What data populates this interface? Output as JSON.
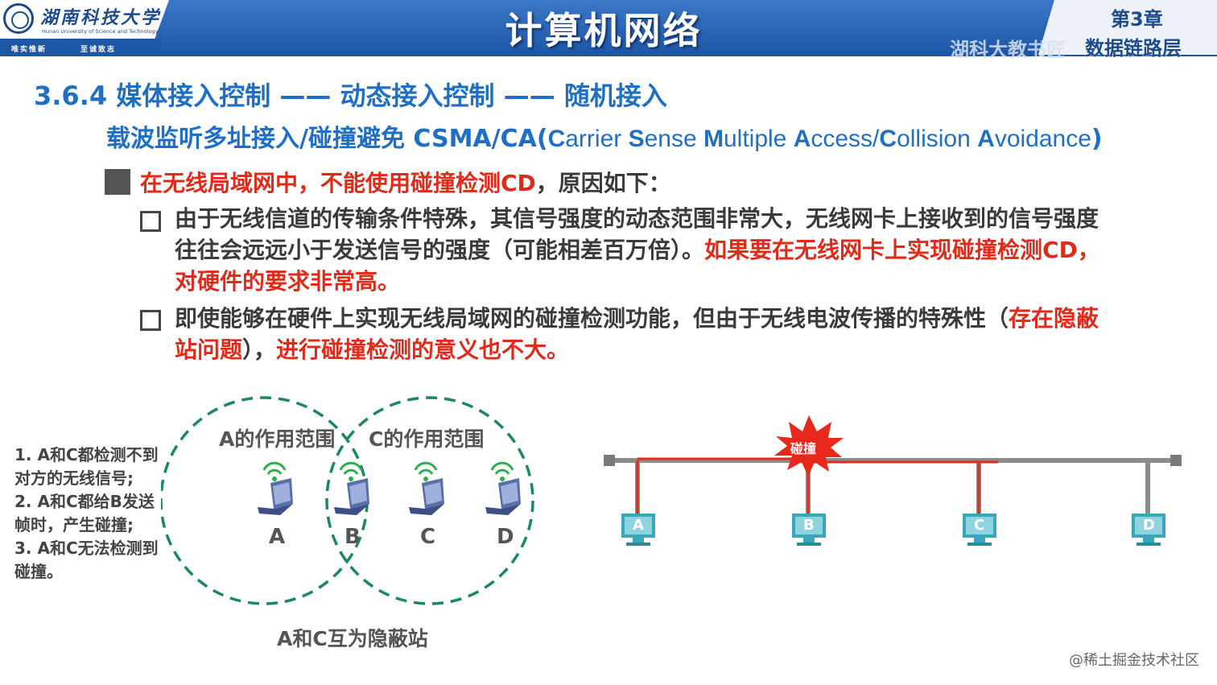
{
  "header": {
    "university_cn": "湖南科技大学",
    "university_en": "Hunan University of Science and Technology",
    "motto_left": "唯实惟新",
    "motto_right": "至诚致志",
    "course_title": "计算机网络",
    "watermark": "湖科大教书匠",
    "chapter": "第3章",
    "chapter_name": "数据链路层"
  },
  "section": {
    "title": "3.6.4 媒体接入控制 —— 动态接入控制 —— 随机接入",
    "subtitle_cn": "载波监听多址接入/碰撞避免 CSMA/CA(",
    "subtitle_en_parts": [
      {
        "b": "C",
        "t": "arrier "
      },
      {
        "b": "S",
        "t": "ense "
      },
      {
        "b": "M",
        "t": "ultiple "
      },
      {
        "b": "A",
        "t": "ccess/"
      },
      {
        "b": "C",
        "t": "ollision "
      },
      {
        "b": "A",
        "t": "voidance"
      }
    ],
    "subtitle_close": ")"
  },
  "main_point": {
    "red": "在无线局域网中，不能使用碰撞检测CD",
    "dark": "，原因如下："
  },
  "reasons": [
    {
      "normal": "由于无线信道的传输条件特殊，其信号强度的动态范围非常大，无线网卡上接收到的信号强度往往会远远小于发送信号的强度（可能相差百万倍）。",
      "red": "如果要在无线网卡上实现碰撞检测CD，对硬件的要求非常高。",
      "tail": ""
    },
    {
      "normal": "即使能够在硬件上实现无线局域网的碰撞检测功能，但由于无线电波传播的特殊性（",
      "red": "存在隐蔽站问题",
      "tail": "），",
      "red2": "进行碰撞检测的意义也不大。"
    }
  ],
  "side_notes": [
    "1. A和C都检测不到",
    "对方的无线信号;",
    "2. A和C都给B发送",
    "帧时，产生碰撞;",
    "3. A和C无法检测到",
    "碰撞。"
  ],
  "hidden_station": {
    "range_a": "A的作用范围",
    "range_c": "C的作用范围",
    "nodes": [
      "A",
      "B",
      "C",
      "D"
    ],
    "caption": "A和C互为隐蔽站"
  },
  "bus_diagram": {
    "collision_label": "碰撞",
    "stations": [
      "A",
      "B",
      "C",
      "D"
    ]
  },
  "footer_watermark": "@稀土掘金技术社区",
  "colors": {
    "header_blue": "#1c4b8c",
    "title_blue": "#1f6fc5",
    "emphasis_red": "#e02a1a",
    "circle_green": "#1a8a5a",
    "pc_teal": "#3aa6b9"
  }
}
